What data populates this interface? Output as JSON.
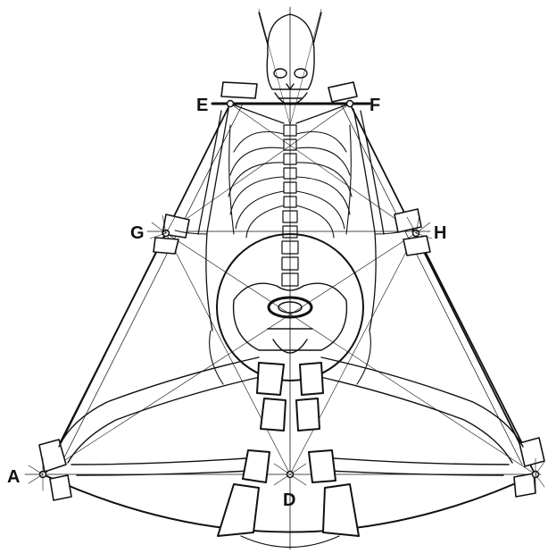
{
  "labels": {
    "A": "A",
    "D": "D",
    "E": "E",
    "F": "F",
    "G": "G",
    "H": "H"
  },
  "colors": {
    "ink": "#111111",
    "paper": "#ffffff"
  }
}
